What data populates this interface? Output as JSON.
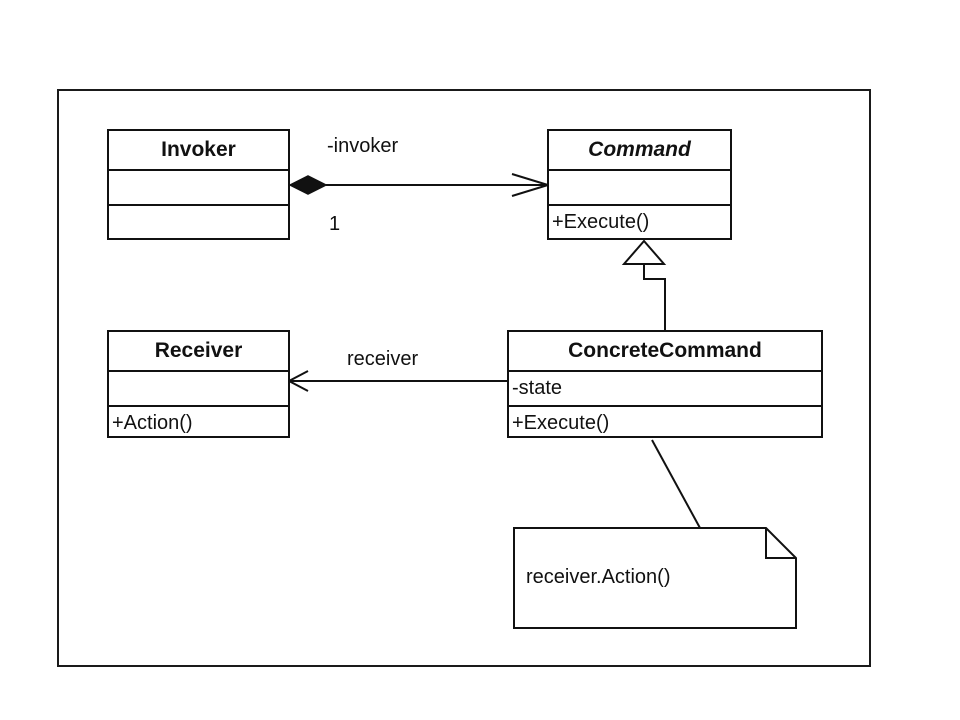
{
  "classes": {
    "invoker": {
      "name": "Invoker",
      "attribute": "",
      "operation": ""
    },
    "command": {
      "name": "Command",
      "attribute": "",
      "operation": "+Execute()"
    },
    "receiver": {
      "name": "Receiver",
      "attribute": "",
      "operation": "+Action()"
    },
    "concrete_command": {
      "name": "ConcreteCommand",
      "attribute": "-state",
      "operation": "+Execute()"
    }
  },
  "associations": {
    "invoker_role": "-invoker",
    "invoker_multiplicity": "1",
    "receiver_role": "receiver"
  },
  "note": {
    "text": "receiver.Action()"
  }
}
